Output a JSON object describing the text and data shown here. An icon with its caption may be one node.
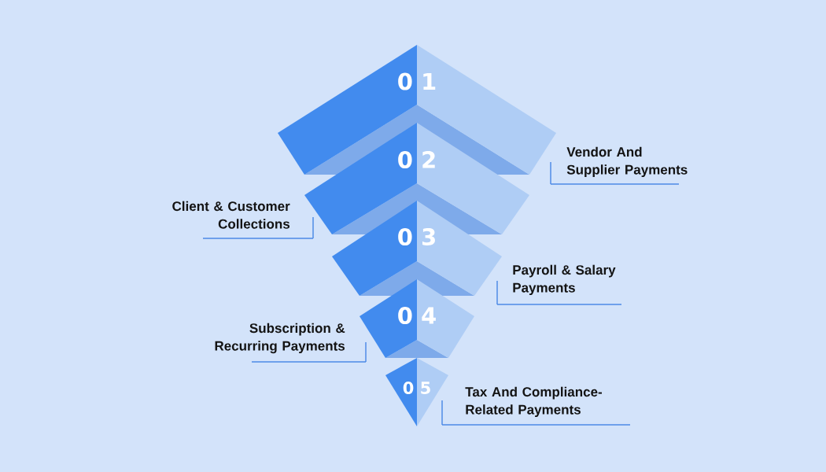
{
  "diagram": {
    "nodes": [
      {
        "text": [
          "0 1"
        ],
        "beside": [
          "Vendor And Supplier Payments"
        ]
      },
      {
        "text": [
          "0 2"
        ],
        "beside": [
          "Client & Customer Collections"
        ]
      },
      {
        "text": [
          "0 3"
        ],
        "beside": [
          "Payroll & Salary Payments"
        ]
      },
      {
        "text": [
          "0 4"
        ],
        "beside": [
          "Subscription & Recurring Payments"
        ]
      },
      {
        "text": [
          "0 5"
        ],
        "beside": [
          "Tax And Compliance-Related Payments"
        ]
      }
    ]
  }
}
